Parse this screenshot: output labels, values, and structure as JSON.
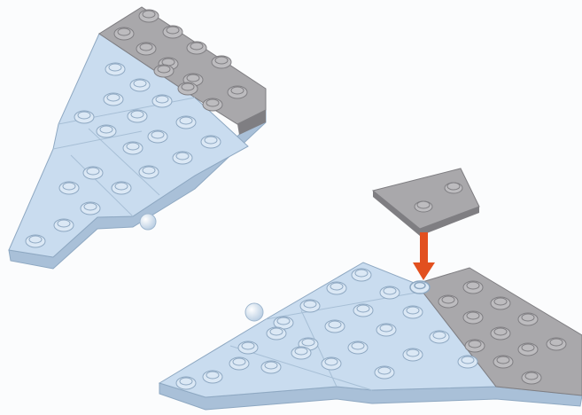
{
  "instruction_page": {
    "step_number": "",
    "callout_text": ""
  },
  "colors": {
    "background": "#fbfcfd",
    "plate_light_blue": "#c9dcef",
    "plate_light_blue_side": "#a9c0d8",
    "plate_light_blue_edge": "#8ea8c2",
    "plate_gray": "#a9a8ab",
    "plate_gray_side": "#7f7e82",
    "stud_highlight": "#e6f0fa",
    "arrow": "#e2501f"
  },
  "parts": [
    {
      "id": "left-subassembly",
      "description_name": "wing-assembly-completed",
      "color": "light-blue-and-gray"
    },
    {
      "id": "right-subassembly",
      "description_name": "wing-assembly-in-progress",
      "color": "light-blue-and-gray"
    },
    {
      "id": "new-part",
      "description_name": "gray-wedge-plate-2x2",
      "color": "gray"
    }
  ],
  "arrow": {
    "direction": "down",
    "color_name": "orange-red"
  }
}
